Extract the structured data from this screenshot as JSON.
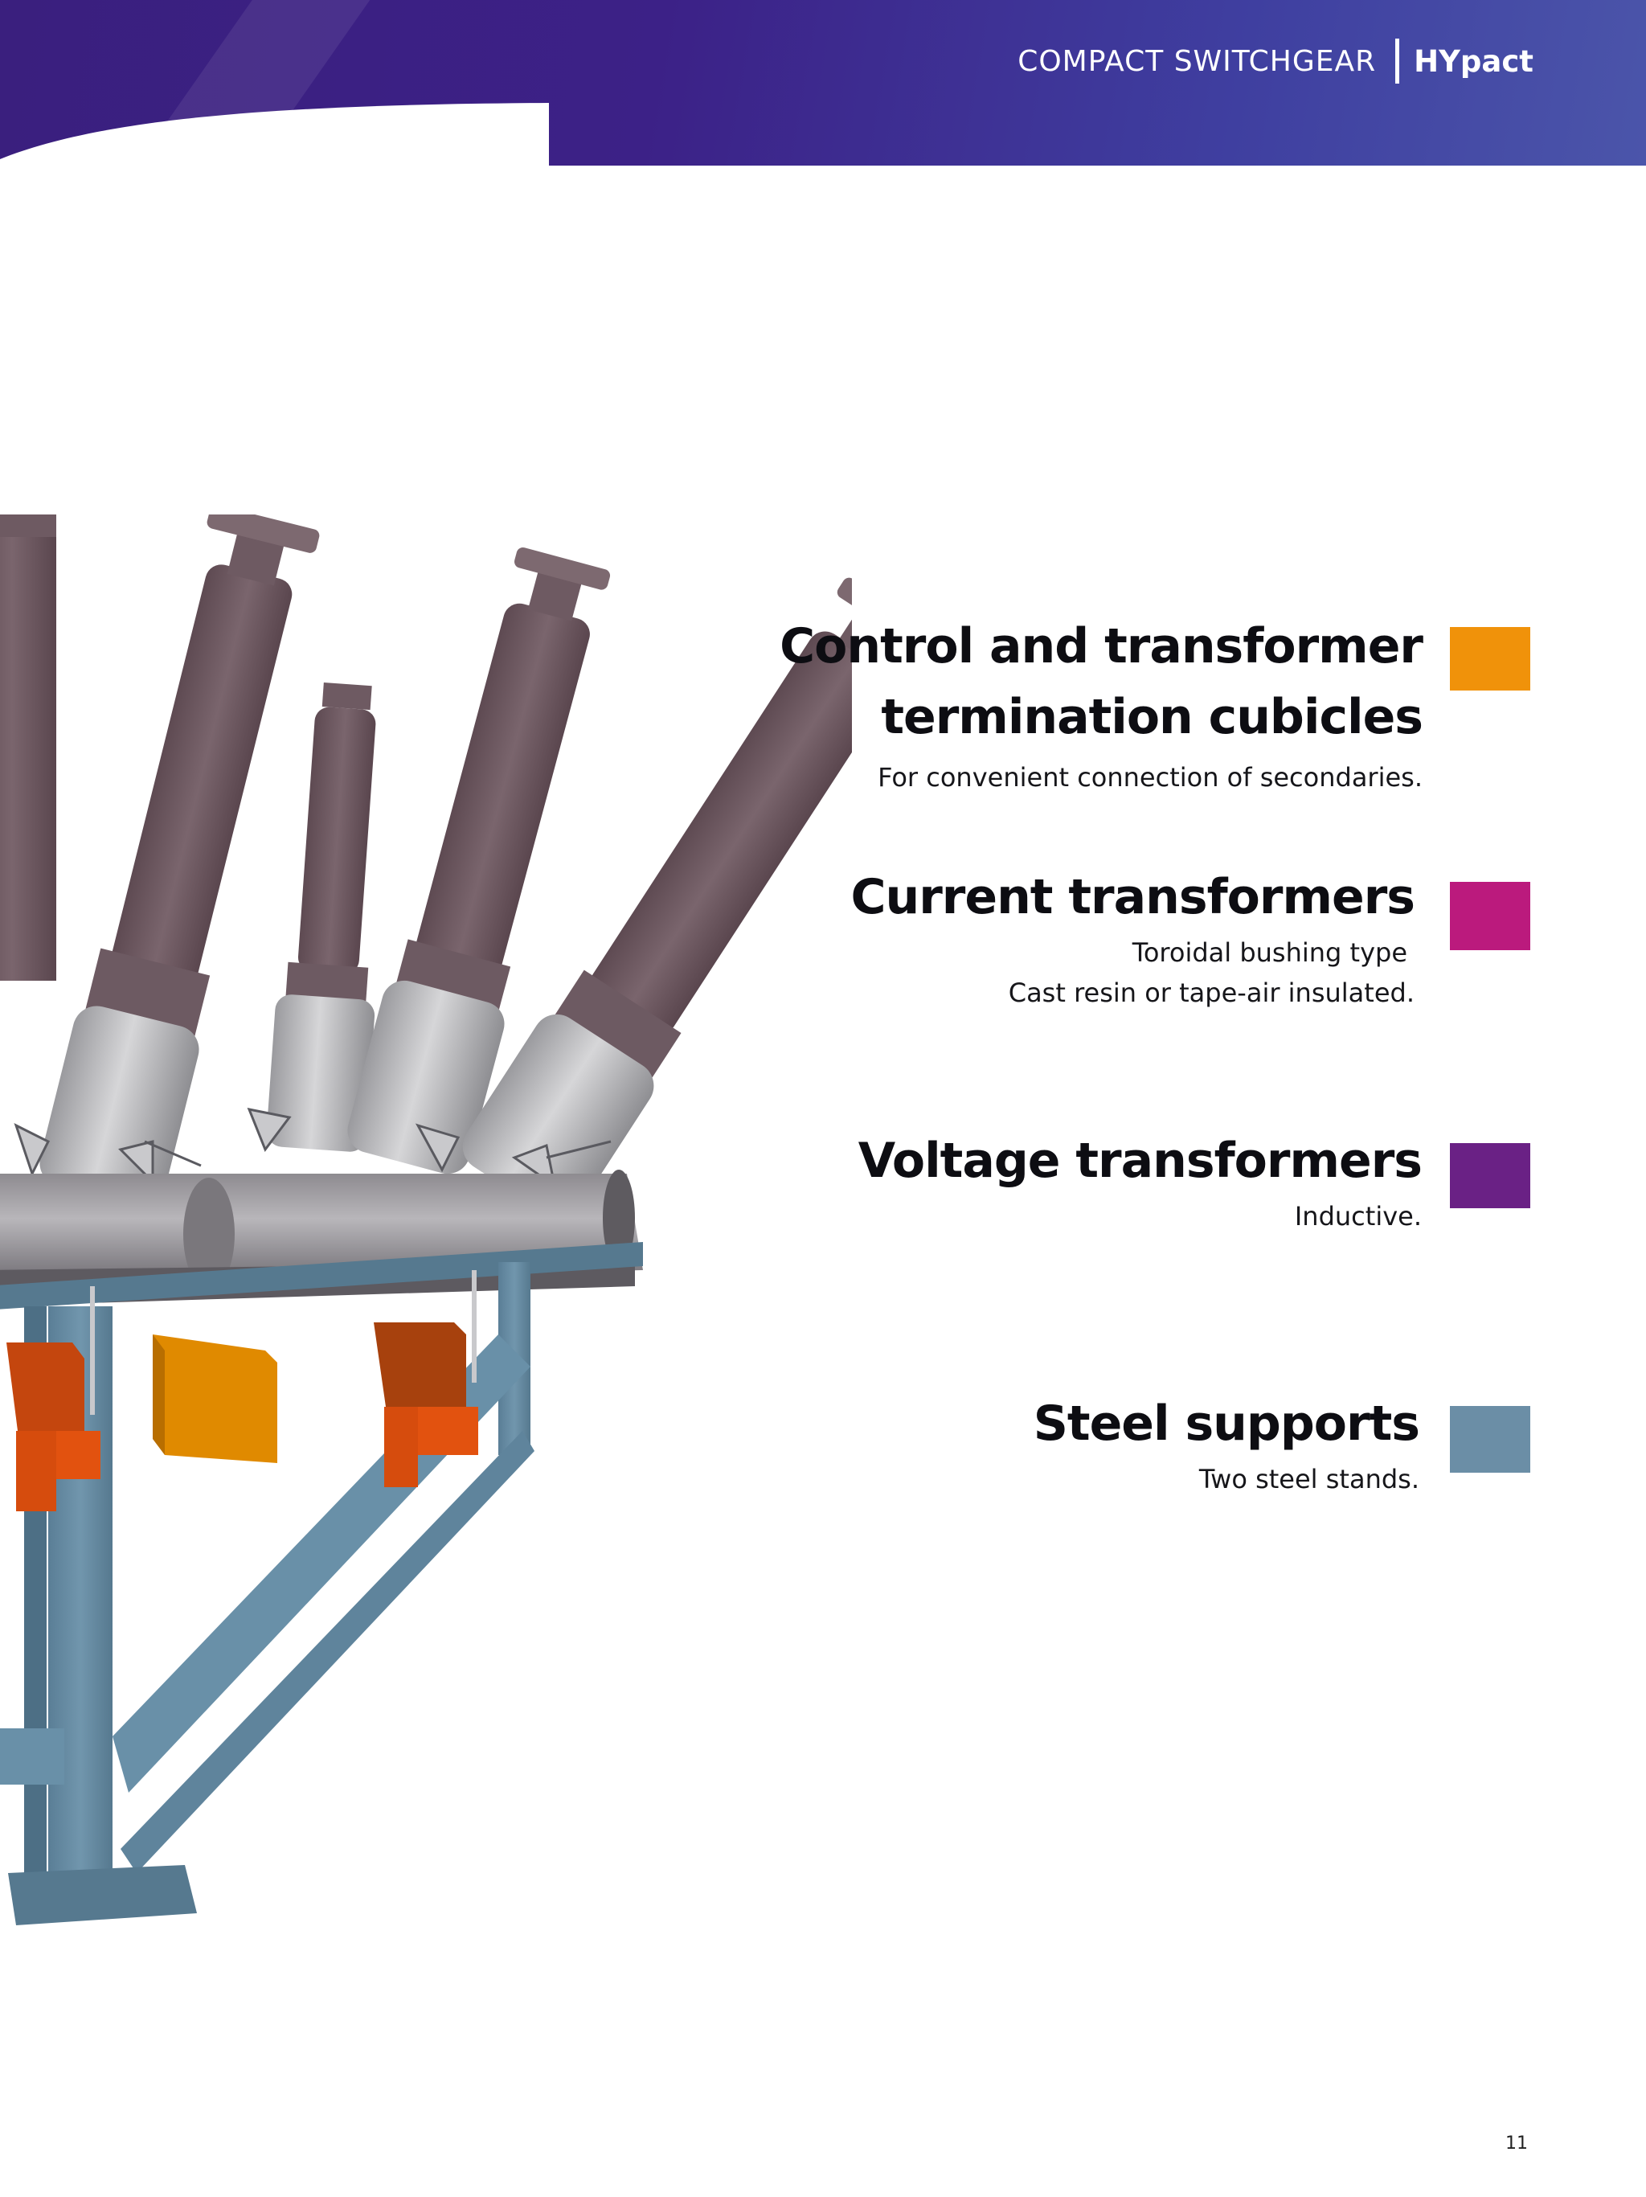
{
  "header": {
    "series": "COMPACT SWITCHGEAR",
    "product": "HYpact"
  },
  "colors": {
    "header_band": "#3c2187",
    "control_cubicles": "#f0920a",
    "current_transformers": "#bb1a7d",
    "voltage_transformers": "#6a2185",
    "steel_supports": "#6b8ea6"
  },
  "features": [
    {
      "title_lines": [
        "Control and transformer",
        "termination cubicles"
      ],
      "description_lines": [
        "For convenient connection of secondaries."
      ],
      "swatch_color": "#f0920a"
    },
    {
      "title_lines": [
        "Current transformers"
      ],
      "description_lines": [
        "Toroidal bushing type",
        "Cast resin or tape-air insulated."
      ],
      "swatch_color": "#bb1a7d"
    },
    {
      "title_lines": [
        "Voltage transformers"
      ],
      "description_lines": [
        "Inductive."
      ],
      "swatch_color": "#6a2185"
    },
    {
      "title_lines": [
        "Steel supports"
      ],
      "description_lines": [
        "Two steel stands."
      ],
      "swatch_color": "#6b8ea6"
    }
  ],
  "page_number": "11"
}
